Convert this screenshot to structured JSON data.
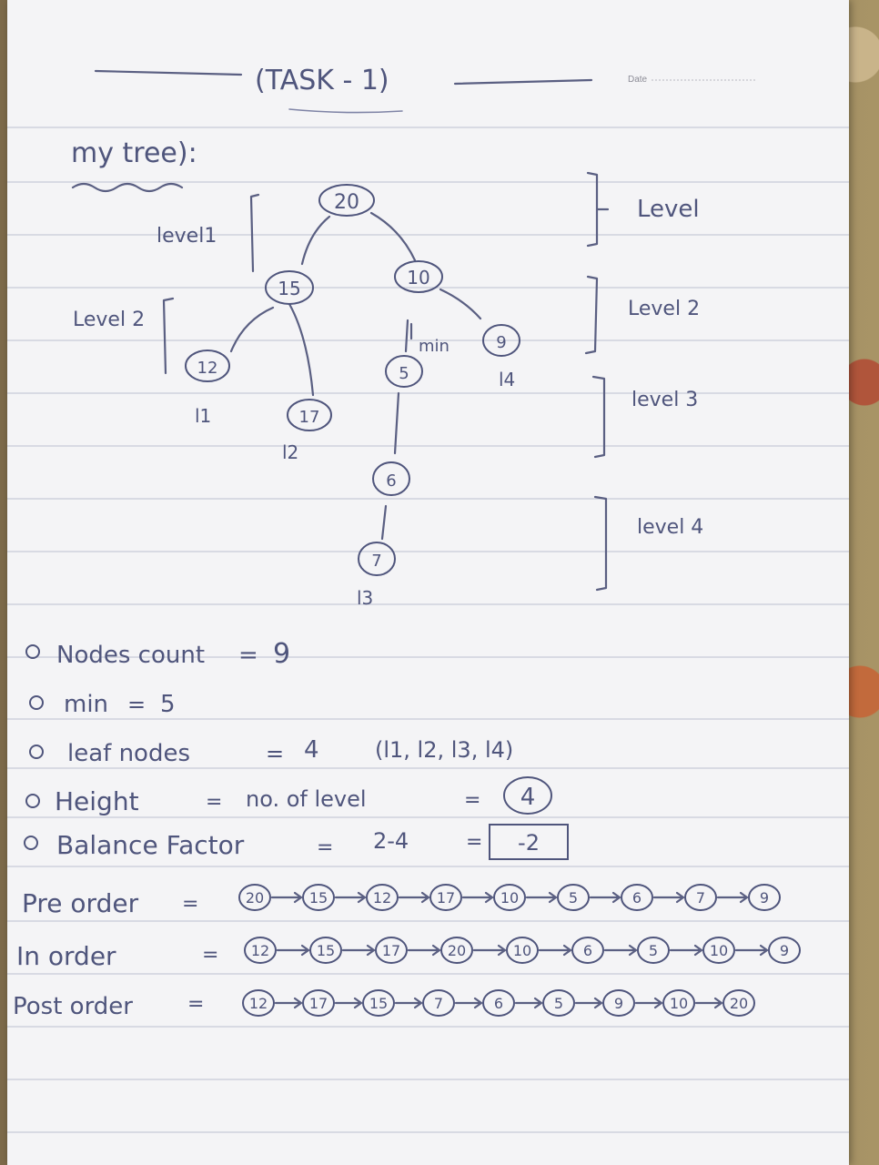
{
  "page": {
    "date_label": "Date",
    "title": "(TASK - 1)",
    "heading": "my tree):"
  },
  "tree": {
    "nodes": [
      {
        "id": "n20",
        "label": "20"
      },
      {
        "id": "n15",
        "label": "15"
      },
      {
        "id": "n10",
        "label": "10"
      },
      {
        "id": "n12",
        "label": "12"
      },
      {
        "id": "n17",
        "label": "17"
      },
      {
        "id": "n5",
        "label": "5"
      },
      {
        "id": "n9",
        "label": "9"
      },
      {
        "id": "n6",
        "label": "6"
      },
      {
        "id": "n7",
        "label": "7"
      }
    ],
    "edges": [
      [
        "n20",
        "n15"
      ],
      [
        "n20",
        "n10"
      ],
      [
        "n15",
        "n12"
      ],
      [
        "n15",
        "n17"
      ],
      [
        "n10",
        "n5"
      ],
      [
        "n10",
        "n9"
      ],
      [
        "n5",
        "n6"
      ],
      [
        "n6",
        "n7"
      ]
    ],
    "leaf_labels": {
      "l1": "l1",
      "l2": "l2",
      "l3": "l3",
      "l4": "l4"
    },
    "min_label": "min",
    "left_levels": {
      "level1": "level1",
      "level2": "Level 2"
    },
    "right_levels": {
      "level1": "Level",
      "level2": "Level 2",
      "level3": "level 3",
      "level4": "level 4"
    }
  },
  "facts": [
    {
      "label": "Nodes count",
      "value": "9"
    },
    {
      "label": "min",
      "value": "5"
    },
    {
      "label": "leaf nodes",
      "value": "4",
      "extra": "(l1, l2, l3, l4)"
    },
    {
      "label": "Height",
      "value": "no. of level",
      "result": "4"
    },
    {
      "label": "Balance Factor",
      "value": "2-4",
      "result": "-2"
    }
  ],
  "traversals": [
    {
      "label": "Pre order",
      "sequence": [
        "20",
        "15",
        "12",
        "17",
        "10",
        "5",
        "6",
        "7",
        "9"
      ]
    },
    {
      "label": "In order",
      "sequence": [
        "12",
        "15",
        "17",
        "20",
        "10",
        "6",
        "5",
        "10",
        "9"
      ]
    },
    {
      "label": "Post order",
      "sequence": [
        "12",
        "17",
        "15",
        "7",
        "6",
        "5",
        "9",
        "10",
        "20"
      ]
    }
  ]
}
